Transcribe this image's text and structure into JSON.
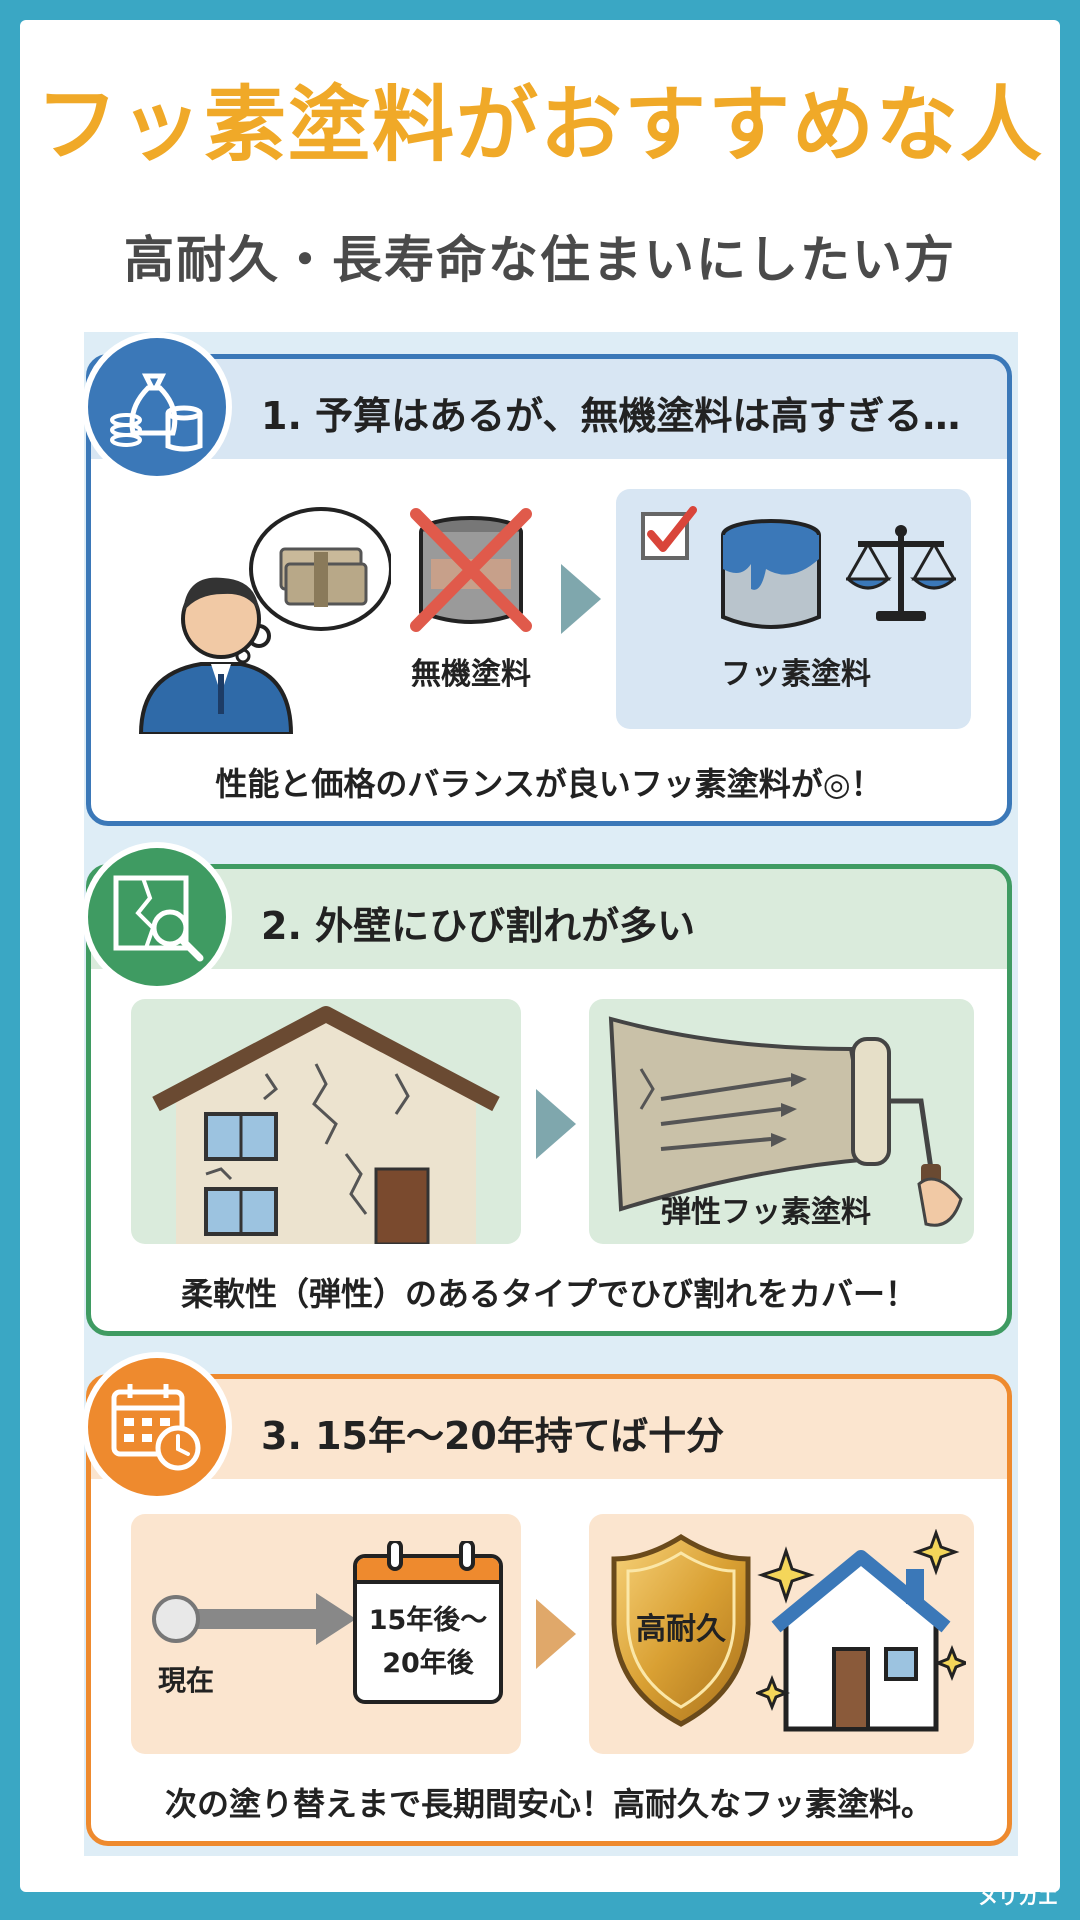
{
  "header": {
    "title": "フッ素塗料がおすすめな人",
    "subtitle": "高耐久・長寿命な住まいにしたい方"
  },
  "colors": {
    "title": "#f0a928",
    "section1": "#3b78b8",
    "section2": "#3f9b62",
    "section3": "#ee8a2e",
    "frame": "#3aa7c4"
  },
  "sections": [
    {
      "title": "1. 予算はあるが、無機塗料は高すぎる…",
      "icon": "money-bag-paint-can-icon",
      "left_label": "無機塗料",
      "right_label": "フッ素塗料",
      "caption": "性能と価格のバランスが良いフッ素塗料が◎！"
    },
    {
      "title": "2. 外壁にひび割れが多い",
      "icon": "cracked-wall-magnifier-icon",
      "right_label": "弾性フッ素塗料",
      "caption": "柔軟性（弾性）のあるタイプでひび割れをカバー！"
    },
    {
      "title": "3. 15年〜20年持てば十分",
      "icon": "calendar-clock-icon",
      "start_label": "現在",
      "period_line1": "15年後〜",
      "period_line2": "20年後",
      "shield_label": "高耐久",
      "caption": "次の塗り替えまで長期間安心！高耐久なフッ素塗料。"
    }
  ],
  "logo": "メリカエ"
}
